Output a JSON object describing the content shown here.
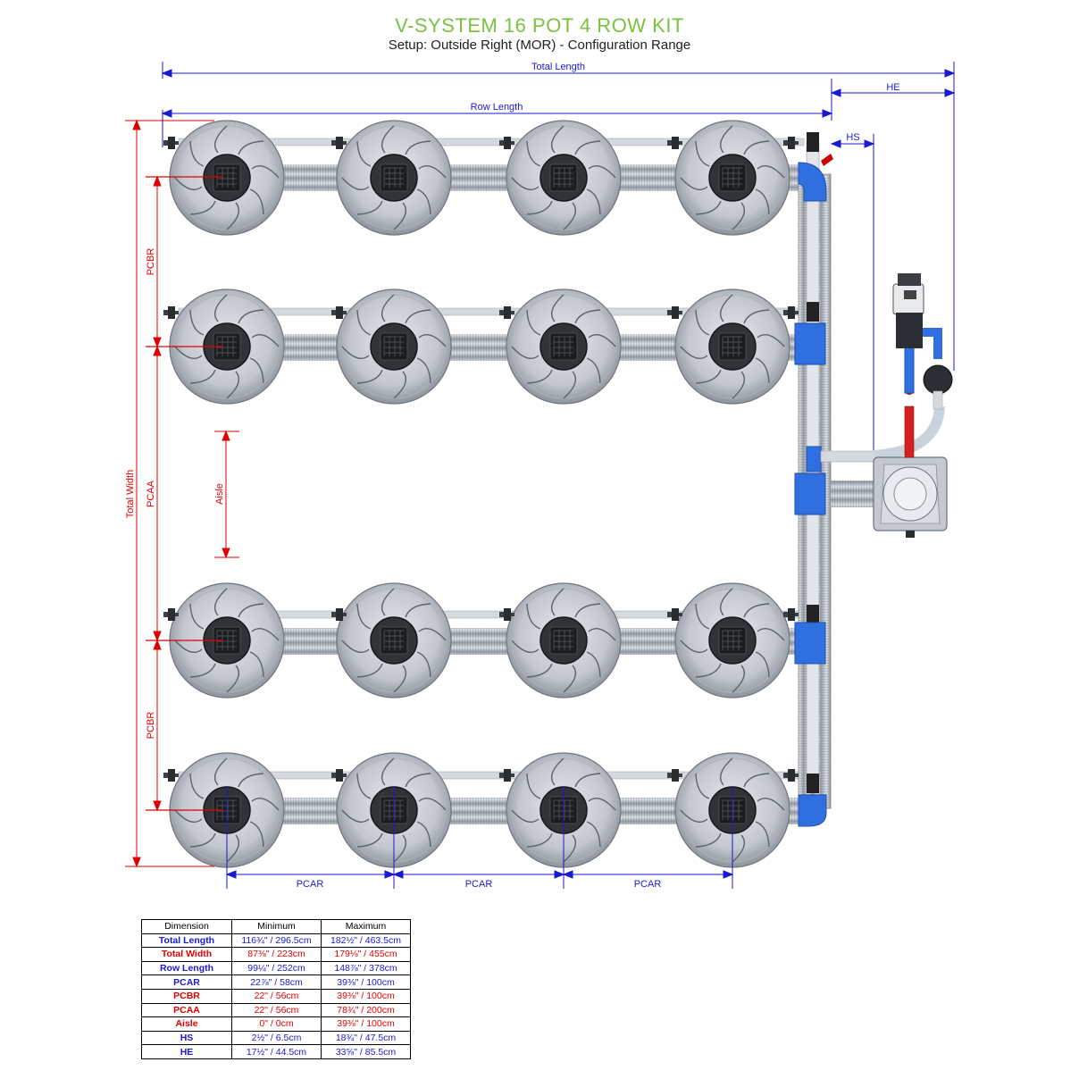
{
  "title": "V-SYSTEM 16 POT 4 ROW KIT",
  "subtitle": "Setup: Outside Right (MOR) - Configuration Range",
  "labels": {
    "total_length": "Total Length",
    "row_length": "Row Length",
    "he": "HE",
    "hs": "HS",
    "total_width": "Total Width",
    "pcbr": "PCBR",
    "pcaa": "PCAA",
    "aisle": "Aisle",
    "pcar": "PCAR"
  },
  "colors": {
    "title_green": "#7ac143",
    "blue_dim": "#1a1ad0",
    "red_dim": "#e00000",
    "pipe_blue": "#2f6fe0"
  },
  "table": {
    "headers": [
      "Dimension",
      "Minimum",
      "Maximum"
    ],
    "rows": [
      {
        "name": "Total Length",
        "min": "116¾\" / 296.5cm",
        "max": "182½\" / 463.5cm",
        "color": "blue"
      },
      {
        "name": "Total Width",
        "min": "87⅜\" / 223cm",
        "max": "179⅛\" / 455cm",
        "color": "red"
      },
      {
        "name": "Row Length",
        "min": "99¼\" / 252cm",
        "max": "148⅞\" / 378cm",
        "color": "blue"
      },
      {
        "name": "PCAR",
        "min": "22⅞\" / 58cm",
        "max": "39⅜\" / 100cm",
        "color": "blue"
      },
      {
        "name": "PCBR",
        "min": "22\" / 56cm",
        "max": "39⅜\" / 100cm",
        "color": "red"
      },
      {
        "name": "PCAA",
        "min": "22\" / 56cm",
        "max": "78¾\" / 200cm",
        "color": "red"
      },
      {
        "name": "Aisle",
        "min": "0\" / 0cm",
        "max": "39⅜\" / 100cm",
        "color": "red"
      },
      {
        "name": "HS",
        "min": "2½\" / 6.5cm",
        "max": "18¾\" / 47.5cm",
        "color": "blue"
      },
      {
        "name": "HE",
        "min": "17½\" / 44.5cm",
        "max": "33⅝\" / 85.5cm",
        "color": "blue"
      }
    ]
  }
}
